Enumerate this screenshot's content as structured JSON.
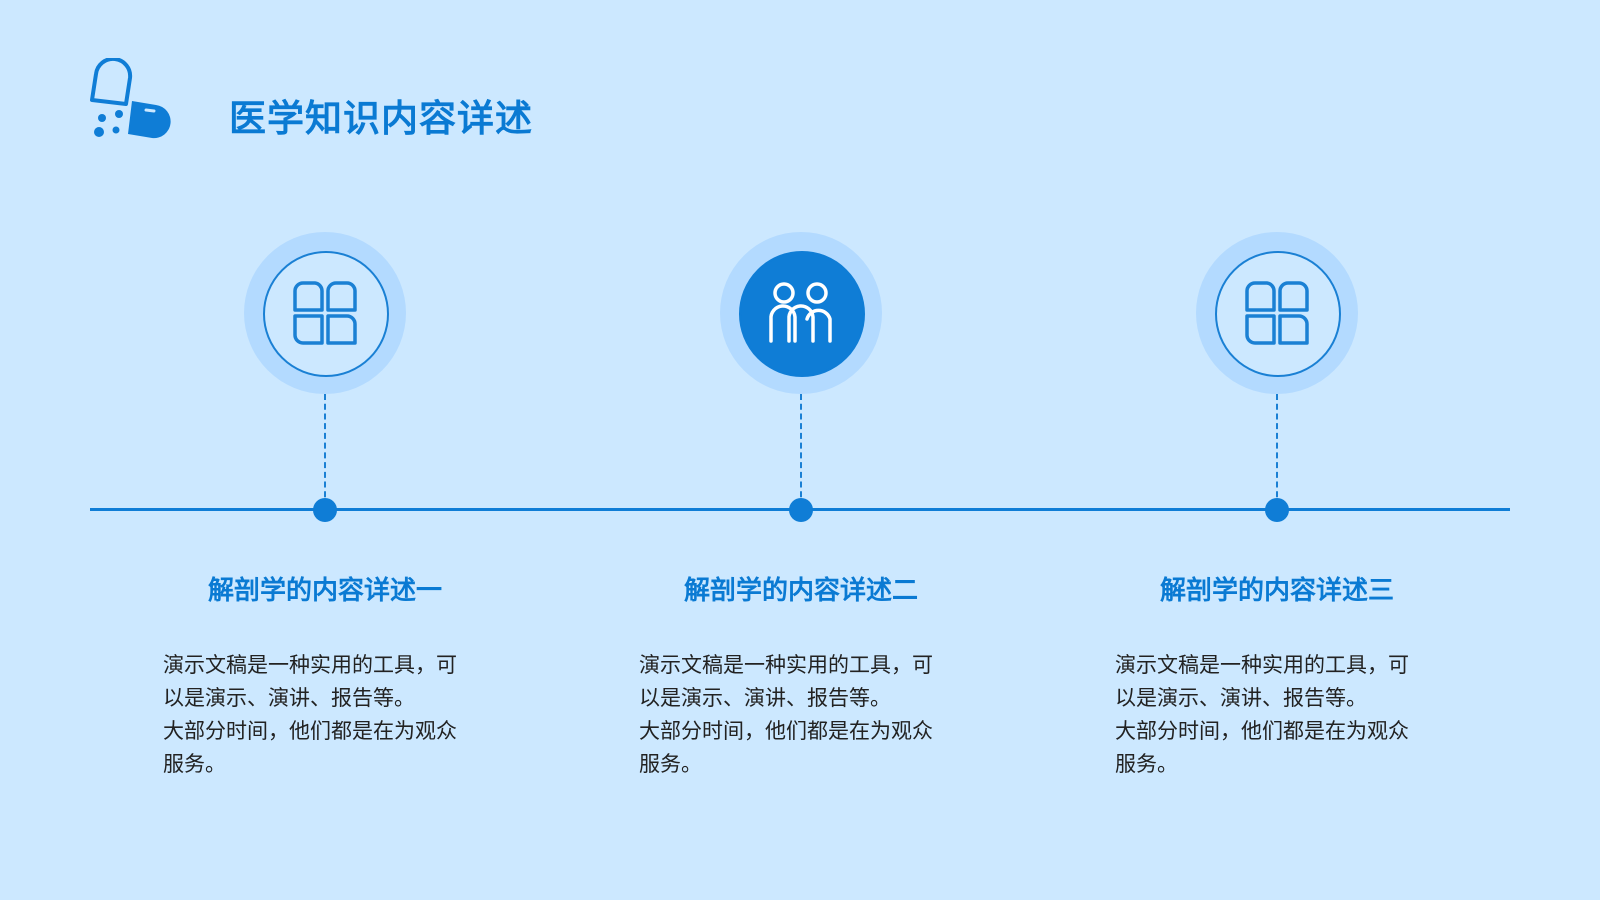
{
  "header": {
    "title": "医学知识内容详述"
  },
  "colors": {
    "background": "#cce8ff",
    "accent": "#0f7dd6",
    "halo": "#b3daff"
  },
  "timeline": [
    {
      "icon": "grid-icon",
      "active": false,
      "title": "解剖学的内容详述一",
      "lines": [
        "演示文稿是一种实用的工具，可",
        "以是演示、演讲、报告等。",
        "大部分时间，他们都是在为观众",
        "服务。"
      ]
    },
    {
      "icon": "people-icon",
      "active": true,
      "title": "解剖学的内容详述二",
      "lines": [
        "演示文稿是一种实用的工具，可",
        "以是演示、演讲、报告等。",
        "大部分时间，他们都是在为观众",
        "服务。"
      ]
    },
    {
      "icon": "grid-icon",
      "active": false,
      "title": "解剖学的内容详述三",
      "lines": [
        "演示文稿是一种实用的工具，可",
        "以是演示、演讲、报告等。",
        "大部分时间，他们都是在为观众",
        "服务。"
      ]
    }
  ]
}
